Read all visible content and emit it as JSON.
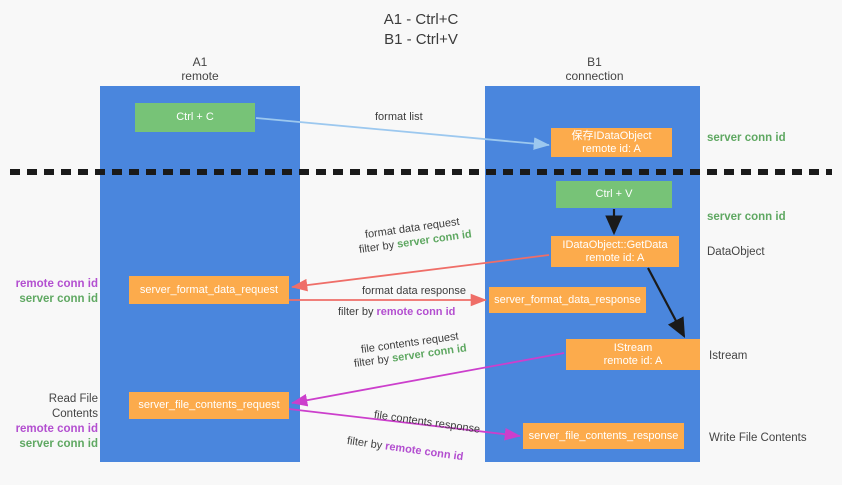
{
  "title": {
    "line1": "A1 - Ctrl+C",
    "line2": "B1 - Ctrl+V"
  },
  "lanes": [
    {
      "id": "a1",
      "name": "A1",
      "role": "remote",
      "color": "#4a86dd"
    },
    {
      "id": "b1",
      "name": "B1",
      "role": "connection",
      "color": "#4a86dd"
    }
  ],
  "boxes": {
    "ctrl_c": {
      "line1": "Ctrl + C",
      "color": "#77c377"
    },
    "save_dataobject": {
      "line1": "保存IDataObject",
      "line2": "remote id: A",
      "color": "#fcab4c"
    },
    "ctrl_v": {
      "line1": "Ctrl + V",
      "color": "#77c377"
    },
    "getdata": {
      "line1": "IDataObject::GetData",
      "line2": "remote id: A",
      "color": "#fcab4c"
    },
    "server_format_data_request": {
      "line1": "server_format_data_request",
      "color": "#fcab4c"
    },
    "server_format_data_response": {
      "line1": "server_format_data_response",
      "color": "#fcab4c"
    },
    "istream": {
      "line1": "IStream",
      "line2": "remote id: A",
      "color": "#fcab4c"
    },
    "server_file_contents_request": {
      "line1": "server_file_contents_request",
      "color": "#fcab4c"
    },
    "server_file_contents_response": {
      "line1": "server_file_contents_response",
      "color": "#fcab4c"
    }
  },
  "edge_labels": {
    "format_list": "format list",
    "format_data_request": "format data request",
    "format_data_request_filter_prefix": "filter by ",
    "format_data_request_filter_key": "server conn id",
    "format_data_response": "format data response",
    "format_data_response_filter_prefix": "filter by ",
    "format_data_response_filter_key": "remote conn id",
    "file_contents_request": "file contents request",
    "file_contents_request_filter_prefix": "filter by ",
    "file_contents_request_filter_key": "server conn id",
    "file_contents_response": "file contents response",
    "file_contents_response_filter_prefix": "filter by ",
    "file_contents_response_filter_key": "remote conn id"
  },
  "annotations": {
    "server_conn_id_top": "server conn id",
    "server_conn_id_mid": "server conn id",
    "dataobject": "DataObject",
    "istream": "Istream",
    "write_file_contents": "Write File Contents",
    "read_file_contents": "Read File Contents",
    "remote_conn_id_a": "remote conn id",
    "server_conn_id_a": "server conn id",
    "remote_conn_id_b": "remote conn id",
    "server_conn_id_b": "server conn id"
  },
  "colors": {
    "lane_blue": "#4a86dd",
    "box_green": "#77c377",
    "box_orange": "#fcab4c",
    "green_text": "#5fa862",
    "purple_text": "#b34fd0",
    "arrow_light_blue": "#9cc8ef",
    "arrow_salmon": "#ef6e68",
    "arrow_magenta": "#cc3fcc",
    "arrow_black": "#1a1a1a",
    "background": "#f8f8f8"
  },
  "divider": {
    "style": "dashed",
    "color": "#1a1a1a"
  }
}
